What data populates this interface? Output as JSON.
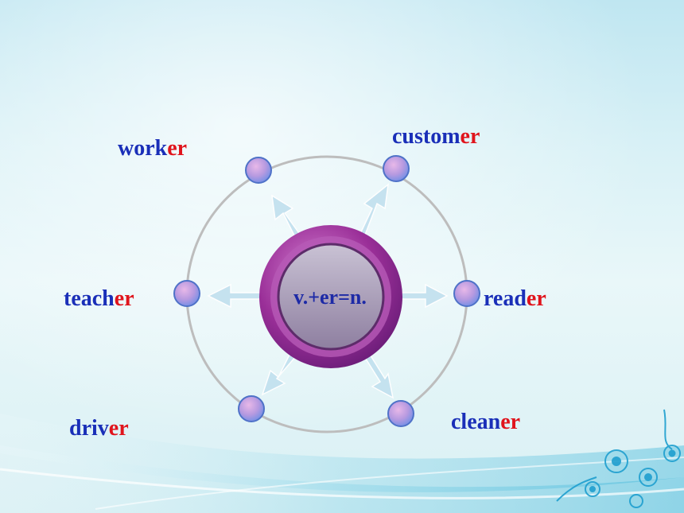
{
  "center": {
    "label": "v.+er=n."
  },
  "words": [
    {
      "id": "worker",
      "stem": "work",
      "suffix": "er"
    },
    {
      "id": "customer",
      "stem": "custom",
      "suffix": "er"
    },
    {
      "id": "teacher",
      "stem": "teach",
      "suffix": "er"
    },
    {
      "id": "reader",
      "stem": "read",
      "suffix": "er"
    },
    {
      "id": "driver",
      "stem": "driv",
      "suffix": "er"
    },
    {
      "id": "cleaner",
      "stem": "clean",
      "suffix": "er"
    }
  ],
  "colors": {
    "stem": "#1a2fb8",
    "suffix": "#e0141c",
    "hub": "#8a2a8c",
    "node": "#7fa2e8",
    "arrow": "#c3e1ef",
    "ring": "#bdbdbd"
  }
}
